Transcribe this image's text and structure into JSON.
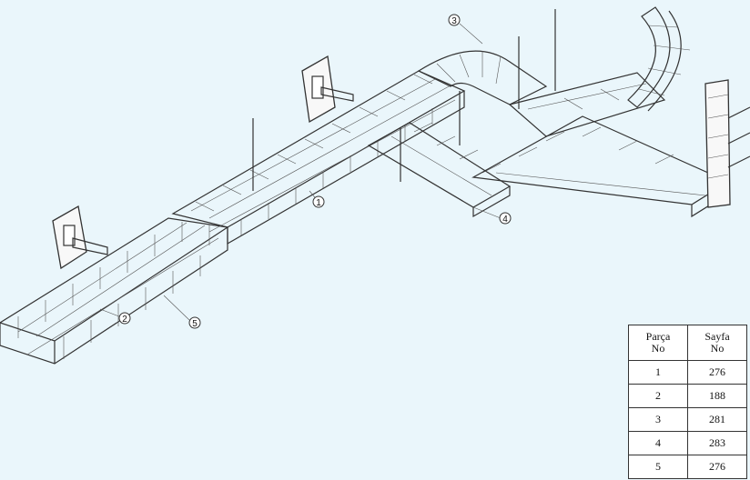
{
  "callouts": [
    {
      "id": "callout-1",
      "label": "1"
    },
    {
      "id": "callout-2",
      "label": "2"
    },
    {
      "id": "callout-3",
      "label": "3"
    },
    {
      "id": "callout-4",
      "label": "4"
    },
    {
      "id": "callout-5",
      "label": "5"
    }
  ],
  "table": {
    "header_part_line1": "Parça",
    "header_part_line2": "No",
    "header_page_line1": "Sayfa",
    "header_page_line2": "No",
    "rows": [
      {
        "part": "1",
        "page": "276"
      },
      {
        "part": "2",
        "page": "188"
      },
      {
        "part": "3",
        "page": "281"
      },
      {
        "part": "4",
        "page": "283"
      },
      {
        "part": "5",
        "page": "276"
      }
    ]
  }
}
